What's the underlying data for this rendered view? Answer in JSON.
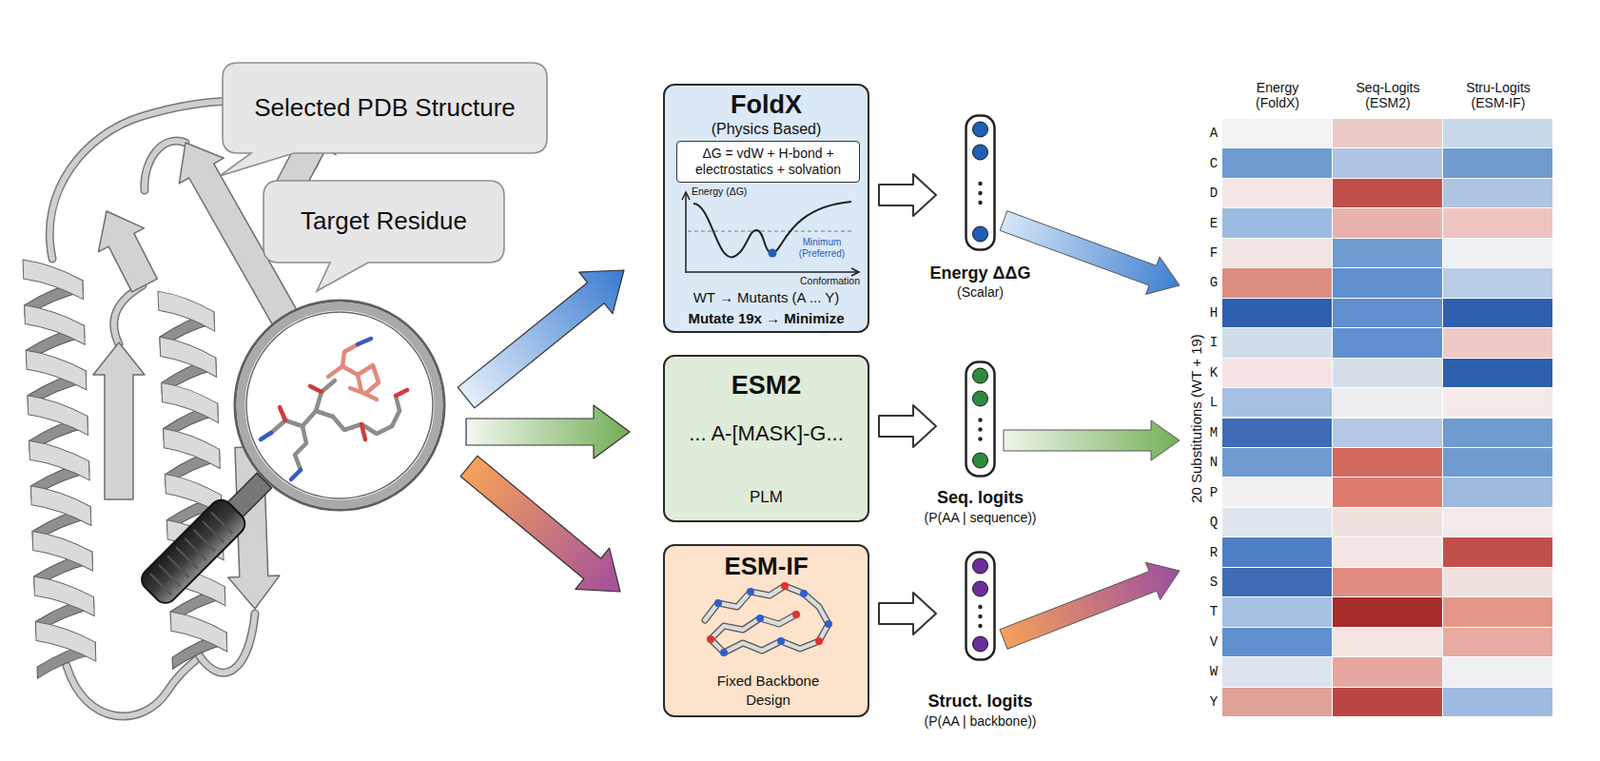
{
  "diagram": {
    "nodes": [
      {
        "text": [
          "Selected PDB Structure"
        ]
      },
      {
        "text": [
          "Target Residue"
        ]
      },
      {
        "text": [
          "FoldX",
          "(Physics Based)",
          "Energy (ΔG)",
          "Minimum (Preferred)",
          "Conformation",
          "WT → Mutants (A ... Y)",
          "Mutate 19x → Minimize"
        ]
      },
      {
        "text": [
          "ΔG = vdW + H-bond + electrostatics + solvation"
        ],
        "in": 2
      },
      {
        "text": [
          "ESM2",
          "... A-[MASK]-G...",
          "PLM"
        ]
      },
      {
        "text": [
          "ESM-IF",
          "Fixed Backbone Design"
        ]
      },
      {
        "text": [
          "Energy ΔΔG",
          "(Scalar)"
        ]
      },
      {
        "text": [
          "Seq. logits",
          "(P(AA | sequence))"
        ]
      },
      {
        "text": [
          "Struct. logits",
          "(P(AA | backbone))"
        ]
      },
      {
        "text": [
          "Energy (FoldX)",
          "Seq-Logits (ESM2)",
          "Stru-Logits (ESM-IF)",
          "20 Substitutions (WT + 19)",
          "A",
          "C",
          "D",
          "E",
          "F",
          "G",
          "H",
          "I",
          "K",
          "L",
          "M",
          "N",
          "P",
          "Q",
          "R",
          "S",
          "T",
          "V",
          "W",
          "Y"
        ]
      }
    ],
    "edges": [
      {
        "from": 2,
        "to": 6,
        "arrow": "to"
      },
      {
        "from": 4,
        "to": 7,
        "arrow": "to"
      },
      {
        "from": 5,
        "to": 8,
        "arrow": "to"
      },
      {
        "from": 6,
        "to": 9,
        "arrow": "to"
      },
      {
        "from": 7,
        "to": 9,
        "arrow": "to"
      },
      {
        "from": 8,
        "to": 9,
        "arrow": "to"
      }
    ]
  }
}
